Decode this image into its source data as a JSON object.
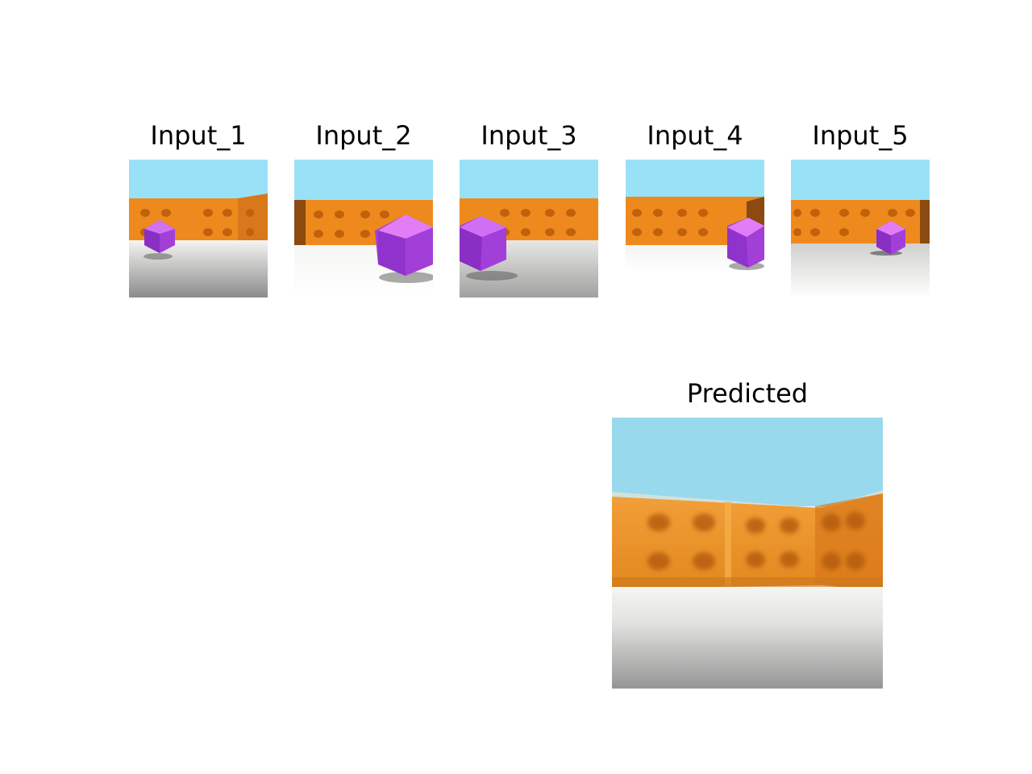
{
  "panels": {
    "input_1": {
      "title": "Input_1"
    },
    "input_2": {
      "title": "Input_2"
    },
    "input_3": {
      "title": "Input_3"
    },
    "input_4": {
      "title": "Input_4"
    },
    "input_5": {
      "title": "Input_5"
    },
    "predicted": {
      "title": "Predicted"
    }
  },
  "colors": {
    "sky": "#99e1f6",
    "wall": "#ee8a1d",
    "wall_dot": "#c0610c",
    "floor_light": "#f2f2f0",
    "floor_dark": "#8f8f8f",
    "object": "#b04fe8"
  },
  "icons": [
    "3d-scene-view-icon",
    "icosahedron-object-icon"
  ]
}
